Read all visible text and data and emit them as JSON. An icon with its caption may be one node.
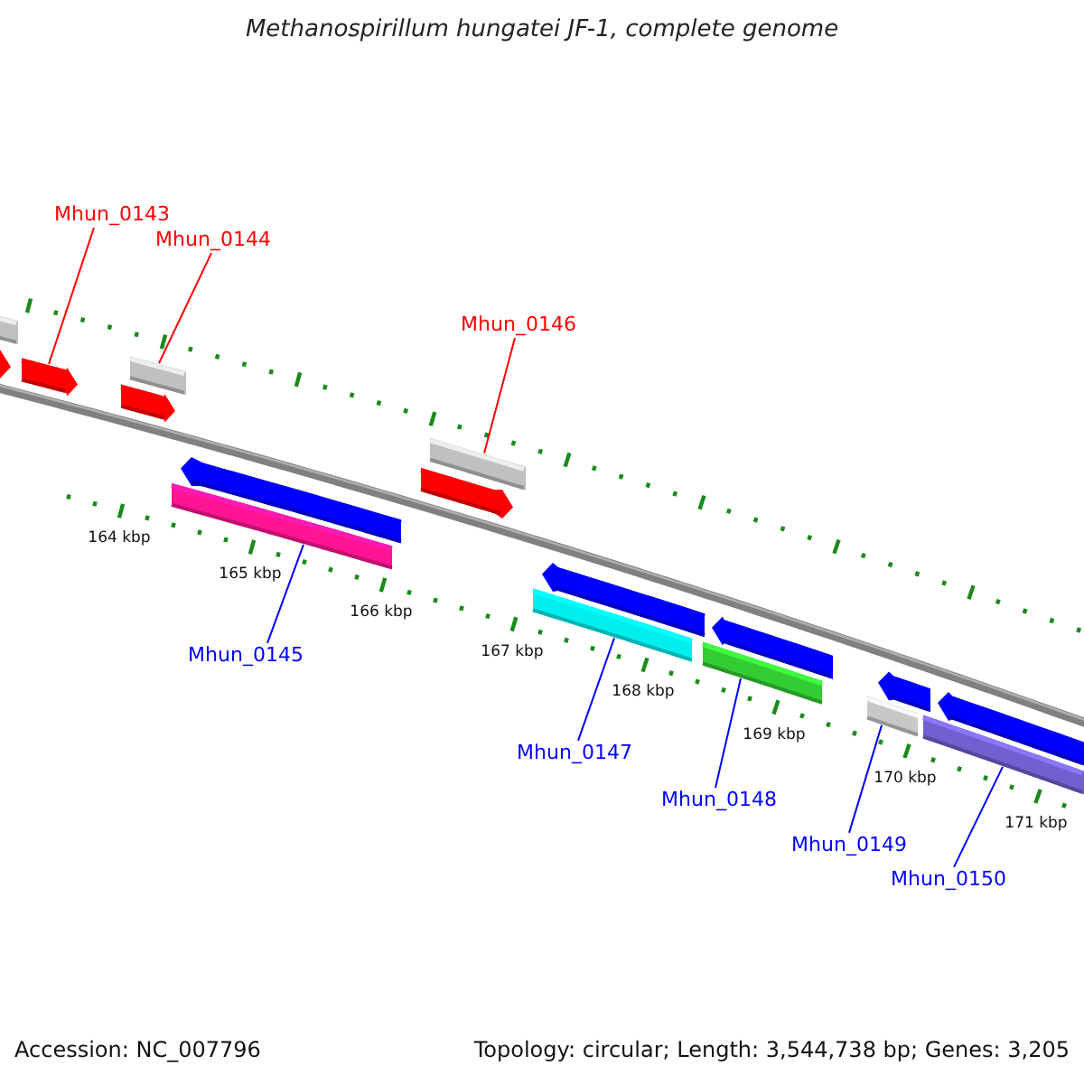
{
  "diagram": {
    "title": "Methanospirillum hungatei JF-1, complete genome",
    "nodes": [
      {
        "text": [
          "Mhun_0143"
        ]
      },
      {
        "text": [
          "Mhun_0144"
        ]
      },
      {
        "text": [
          "Mhun_0146"
        ]
      },
      {
        "text": [
          "Mhun_0145"
        ]
      },
      {
        "text": [
          "Mhun_0147"
        ]
      },
      {
        "text": [
          "Mhun_0148"
        ]
      },
      {
        "text": [
          "Mhun_0149"
        ]
      },
      {
        "text": [
          "Mhun_0150"
        ]
      },
      {
        "text": [],
        "shape": "bar"
      },
      {
        "text": [],
        "shape": "pentagon"
      },
      {
        "text": [],
        "shape": "pentagon"
      },
      {
        "text": [],
        "shape": "bar"
      },
      {
        "text": [],
        "shape": "pentagon"
      },
      {
        "text": [],
        "shape": "bar"
      },
      {
        "text": [],
        "shape": "pentagon"
      },
      {
        "text": [],
        "shape": "pentagon"
      },
      {
        "text": [],
        "shape": "bar"
      },
      {
        "text": [],
        "shape": "pentagon"
      },
      {
        "text": [],
        "shape": "bar"
      },
      {
        "text": [],
        "shape": "pentagon"
      },
      {
        "text": [],
        "shape": "bar"
      },
      {
        "text": [],
        "shape": "pentagon"
      },
      {
        "text": [],
        "shape": "bar"
      },
      {
        "text": [],
        "shape": "pentagon"
      },
      {
        "text": [],
        "shape": "bar"
      }
    ],
    "edges": [
      {
        "from": 0,
        "to": 10,
        "arrow": "none",
        "color": "#ff0000"
      },
      {
        "from": 1,
        "to": 11,
        "arrow": "none",
        "color": "#ff0000"
      },
      {
        "from": 2,
        "to": 13,
        "arrow": "none",
        "color": "#ff0000"
      },
      {
        "from": 3,
        "to": 16,
        "arrow": "none"
      },
      {
        "from": 4,
        "to": 18,
        "arrow": "none"
      },
      {
        "from": 5,
        "to": 20,
        "arrow": "none"
      },
      {
        "from": 6,
        "to": 22,
        "arrow": "none"
      },
      {
        "from": 7,
        "to": 24,
        "arrow": "none"
      }
    ],
    "labels": [
      "164 kbp",
      "165 kbp",
      "166 kbp",
      "167 kbp",
      "168 kbp",
      "169 kbp",
      "170 kbp",
      "171 kbp",
      "Accession: NC_007796",
      "Topology: circular; Length: 3,544,738 bp; Genes: 3,205"
    ]
  }
}
